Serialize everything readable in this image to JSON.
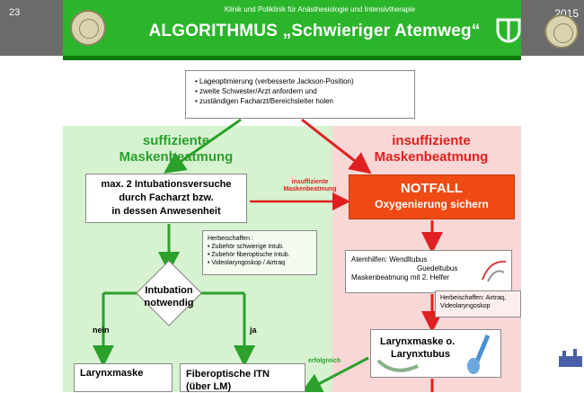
{
  "slide": {
    "number": "23",
    "year": "2015"
  },
  "header": {
    "clinic": "Klinik und Poliklinik für Anästhesiologie und Intensivtherapie",
    "title": "ALGORITHMUS „Schwieriger Atemweg“"
  },
  "colors": {
    "banner": "#2bb52b",
    "green_zone": "#d6f2d0",
    "red_zone": "#f9d7d7",
    "emergency": "#f04a14",
    "green_text": "#2ba02b",
    "red_text": "#e02020"
  },
  "top_box": {
    "lines": [
      "• Lageoptimierung (verbesserte Jackson-Position)",
      "• zweite Schwester/Arzt anfordern und",
      "• zuständigen Facharzt/Bereichsleiter holen"
    ]
  },
  "left": {
    "heading_1": "suffiziente",
    "heading_2": "Maskenbeatmung",
    "intub_box_lines": [
      "max. 2 Intubationsversuche",
      "durch Facharzt bzw.",
      "in dessen Anwesenheit"
    ],
    "herbei_lines": [
      "Herbeischaffen :",
      "• Zubehör schwierige Intub.",
      "• Zubehör fiberoptische Intub.",
      "• Videolaryngoskop / Airtraq"
    ],
    "decision_1": "Intubation",
    "decision_2": "notwendig",
    "no_label": "nein",
    "yes_label": "ja",
    "larynxmaske": "Larynxmaske",
    "fiber_1": "Fiberoptische ITN",
    "fiber_2": "(über LM)"
  },
  "link_label_1": "insuffiziente",
  "link_label_2": "Maskenbeatmung",
  "right": {
    "heading_1": "insuffiziente",
    "heading_2": "Maskenbeatmung",
    "notfall_1": "NOTFALL",
    "notfall_2": "Oxygenierung sichern",
    "atem_lines": [
      "Atemhilfen:  Wendltubus",
      "Guedeltubus",
      "Maskenbeatmung mit 2. Helfer"
    ],
    "herbei_lines": [
      "Herbeischaffen: Airtraq,",
      "Videolaryngoskop"
    ],
    "laryn_1": "Larynxmaske o.",
    "laryn_2": "Larynxtubus"
  },
  "success_label": "erfolgreich"
}
